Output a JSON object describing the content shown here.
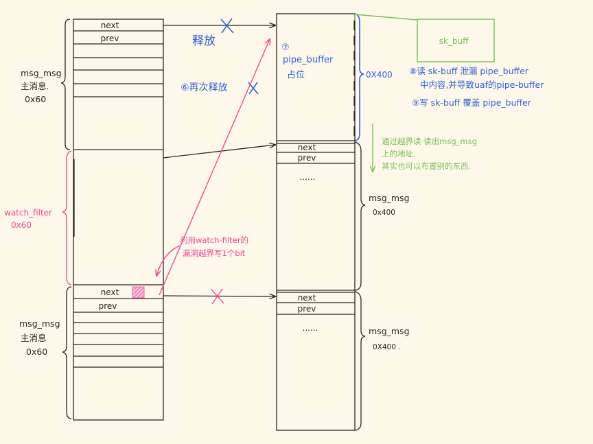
{
  "left": {
    "top_block": {
      "label_lines": [
        "msg_msg",
        "主消息.",
        "0x60"
      ],
      "next": "next",
      "prev": "prev"
    },
    "watch_filter": {
      "label_lines": [
        "watch_filter",
        "0x60"
      ]
    },
    "bottom_block": {
      "label_lines": [
        "msg_msg",
        "主消息",
        "0x60"
      ],
      "next": "next",
      "prev": "prev"
    }
  },
  "right": {
    "pipe_buffer": {
      "step": "⑦",
      "name": "pipe_buffer",
      "note": "占位",
      "size": "0X400"
    },
    "msg_msg_1": {
      "next": "next",
      "prev": "prev",
      "ellipsis": "......",
      "label": "msg_msg",
      "size": "0x400"
    },
    "msg_msg_2": {
      "next": "next",
      "prev": "prev",
      "ellipsis": "......",
      "label": "msg_msg",
      "size": "0X400 ."
    }
  },
  "sk_buff": {
    "label": "sk_buff"
  },
  "annotations": {
    "free": "释放",
    "free_again": "⑥再次释放",
    "step8_line1": "⑧读 sk-buff 泄漏 pipe_buffer",
    "step8_line2": "中内容,并导致uaf的pipe-buffer",
    "step9": "⑨写 sk-buff 覆盖 pipe_buffer",
    "oob_read": [
      "通过越界读 读出msg_msg",
      "上的地址.",
      "其实也可以布置别的东西."
    ],
    "oob_write": [
      "利用watch-filter的",
      "漏洞越界写1个bit"
    ]
  },
  "colors": {
    "background": "#fdf8e9",
    "ink": "#262626",
    "blue": "#2f5fd6",
    "pink": "#ee4a96",
    "green": "#7bbf57"
  }
}
